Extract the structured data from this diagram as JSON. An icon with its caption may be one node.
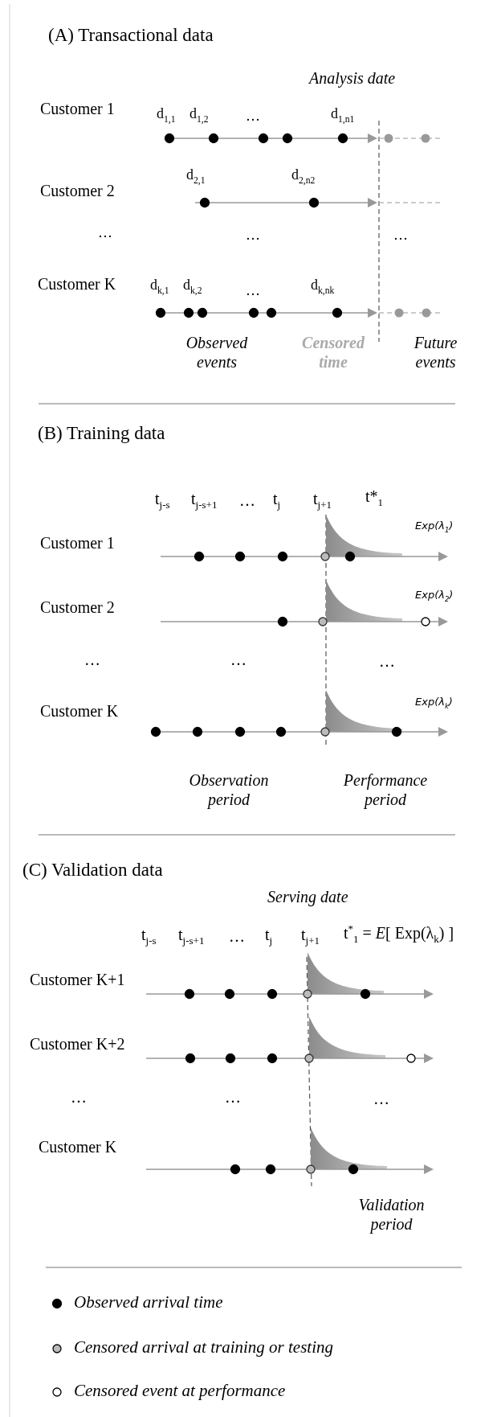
{
  "diagram": {
    "labels": [
      "(A) Transactional data",
      "Analysis date",
      "Customer 1",
      "d$_{1,1}$",
      "d$_{1,2}$",
      "…",
      "d$_{1,n1}$",
      "d$_{2,1}$",
      "d$_{2,n2}$",
      "Customer 2",
      "…",
      "…",
      "…",
      "Customer K",
      "d$_{k,1}$",
      "d$_{k,2}$",
      "…",
      "d$_{k,nk}$",
      "Observed events",
      "Censored time",
      "Future events",
      "(B) Training data",
      "t$_{j-s}$",
      "t$_{j-s+1}$",
      "…",
      "t$_{j}$",
      "t$_{j+1}$",
      "t*$_{1}$",
      "Exp(λ$_{1}$)",
      "Customer 1",
      "Exp(λ$_{2}$)",
      "Customer 2",
      "…",
      "…",
      "…",
      "Exp(λ$_{k}$)",
      "Customer K",
      "Observation period",
      "Performance period",
      "(C) Validation data",
      "Serving date",
      "t$_{j-s}$",
      "t$_{j-s+1}$",
      "…",
      "t$_{j}$",
      "t$_{j+1}$",
      "t$^{*}$$_{1}$ = *E*[ Exp(λ$_{k}$) ]",
      "Customer K+1",
      "Customer K+2",
      "…",
      "…",
      "…",
      "Customer K",
      "Validation period"
    ],
    "legend": [
      {
        "text": "Observed arrival time",
        "color": "#000000"
      },
      {
        "text": "Censored arrival at training or testing",
        "color": "#bbbbbb"
      },
      {
        "text": "Censored event at performance",
        "color": "#ffffff"
      }
    ]
  }
}
